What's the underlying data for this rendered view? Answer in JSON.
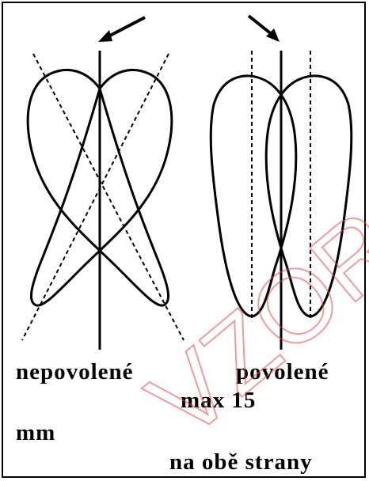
{
  "labels": {
    "left": "nepovolené",
    "right": "povolené",
    "tolerance_line1": "max 15",
    "tolerance_line2": "mm",
    "both_sides": "na obě strany"
  },
  "watermark_text": "VZOR",
  "colors": {
    "line": "#000000",
    "background": "#ffffff",
    "watermark": "#e04848"
  },
  "icons": {
    "left_arrow": "arrow-down-left-icon",
    "right_arrow": "arrow-down-right-icon"
  }
}
